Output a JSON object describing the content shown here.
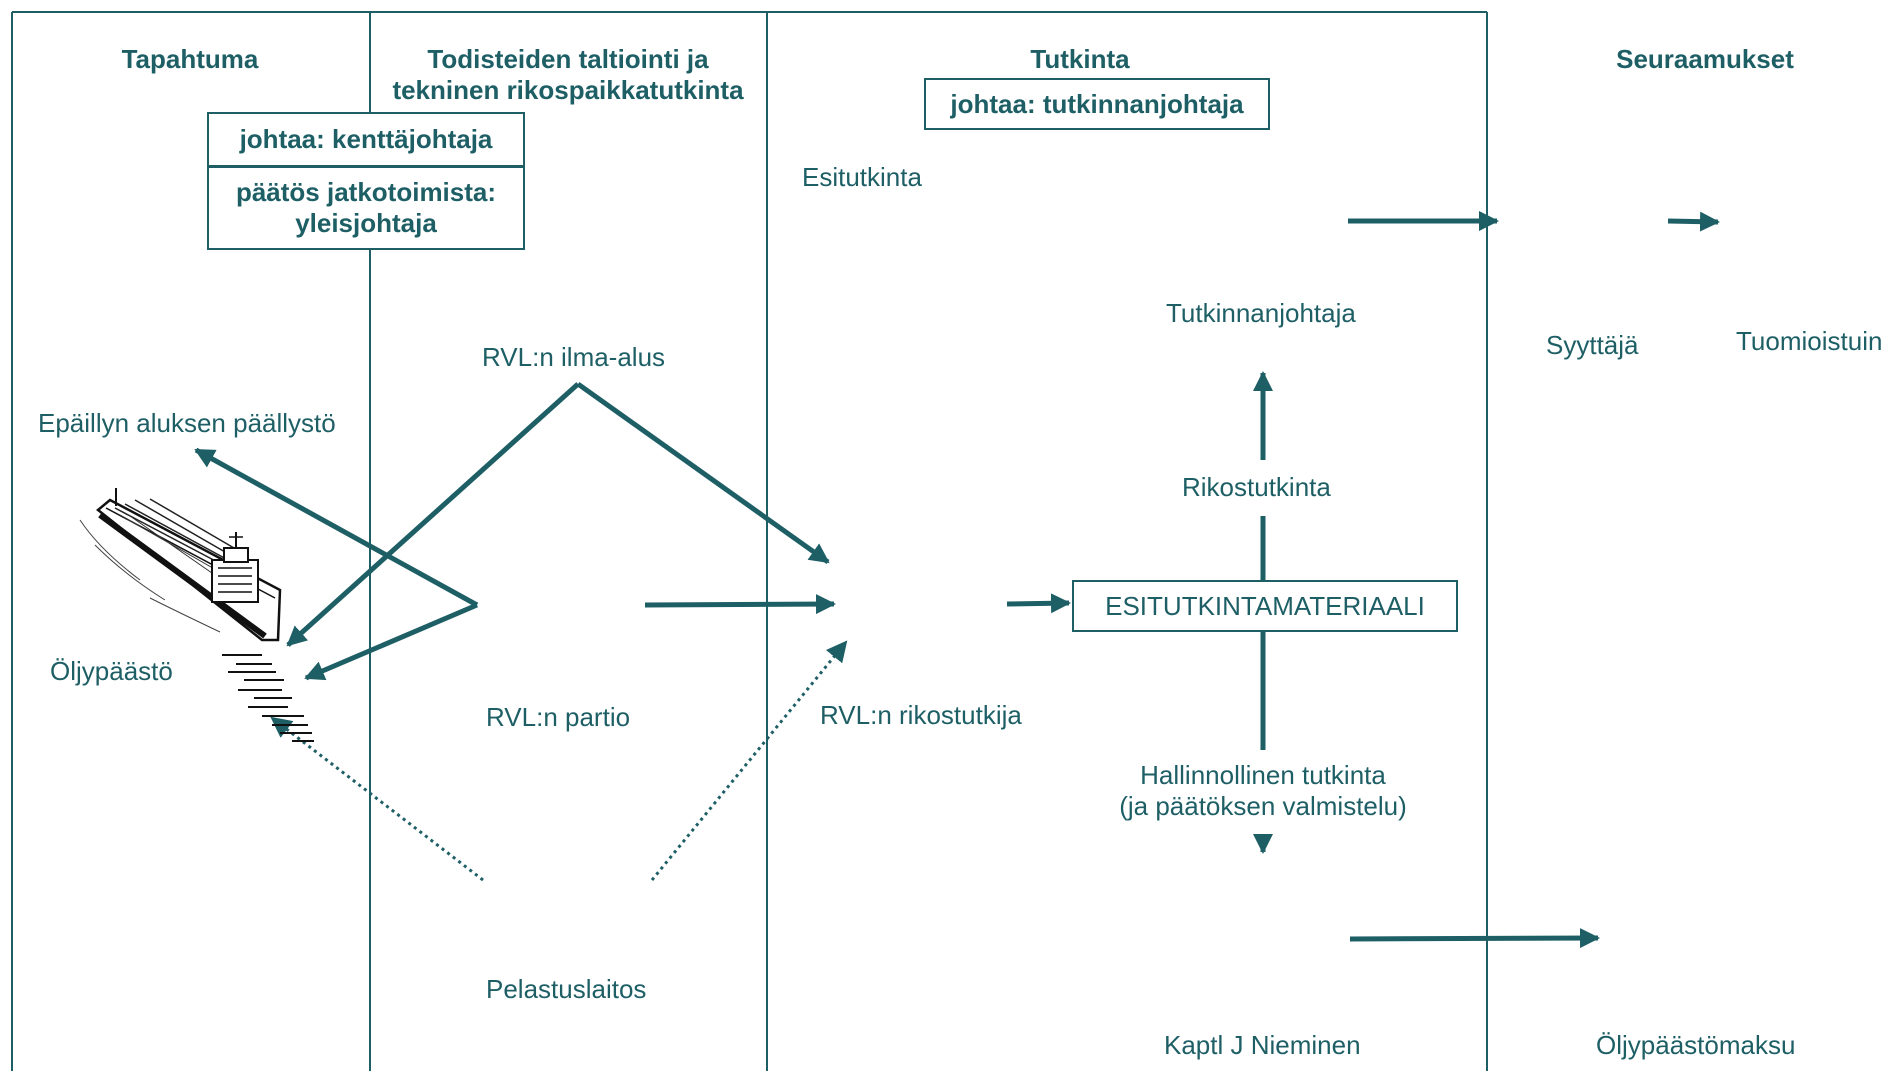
{
  "columns": {
    "tapahtuma": "Tapahtuma",
    "todisteet_line1": "Todisteiden taltiointi ja",
    "todisteet_line2": "tekninen rikospaikkatutkinta",
    "tutkinta": "Tutkinta",
    "seuraamukset": "Seuraamukset"
  },
  "boxes": {
    "kenttajohtaja": "johtaa: kenttäjohtaja",
    "yleisjohtaja_line1": "päätös jatkotoimista:",
    "yleisjohtaja_line2": "yleisjohtaja",
    "tutkinnanjohtaja": "johtaa: tutkinnanjohtaja",
    "esitutkintamateriaali": "ESITUTKINTAMATERIAALI"
  },
  "labels": {
    "esitutkinta": "Esitutkinta",
    "tutkinnanjohtaja": "Tutkinnanjohtaja",
    "syyttaja": "Syyttäjä",
    "tuomioistuin": "Tuomioistuin",
    "rvl_ilma_alus": "RVL:n ilma-alus",
    "epaillyn": "Epäillyn aluksen päällystö",
    "oljypaasto": "Öljypäästö",
    "rvl_partio": "RVL:n partio",
    "rvl_rikostutkija": "RVL:n rikostutkija",
    "rikostutkinta": "Rikostutkinta",
    "hallinnollinen_line1": "Hallinnollinen tutkinta",
    "hallinnollinen_line2": "(ja päätöksen valmistelu)",
    "pelastuslaitos": "Pelastuslaitos",
    "kaptl": "Kaptl J Nieminen",
    "oljypaastomaksu": "Öljypäästömaksu"
  },
  "icons": {
    "ship": "oil-tanker-ship-icon"
  },
  "colors": {
    "accent": "#1e5f66"
  }
}
